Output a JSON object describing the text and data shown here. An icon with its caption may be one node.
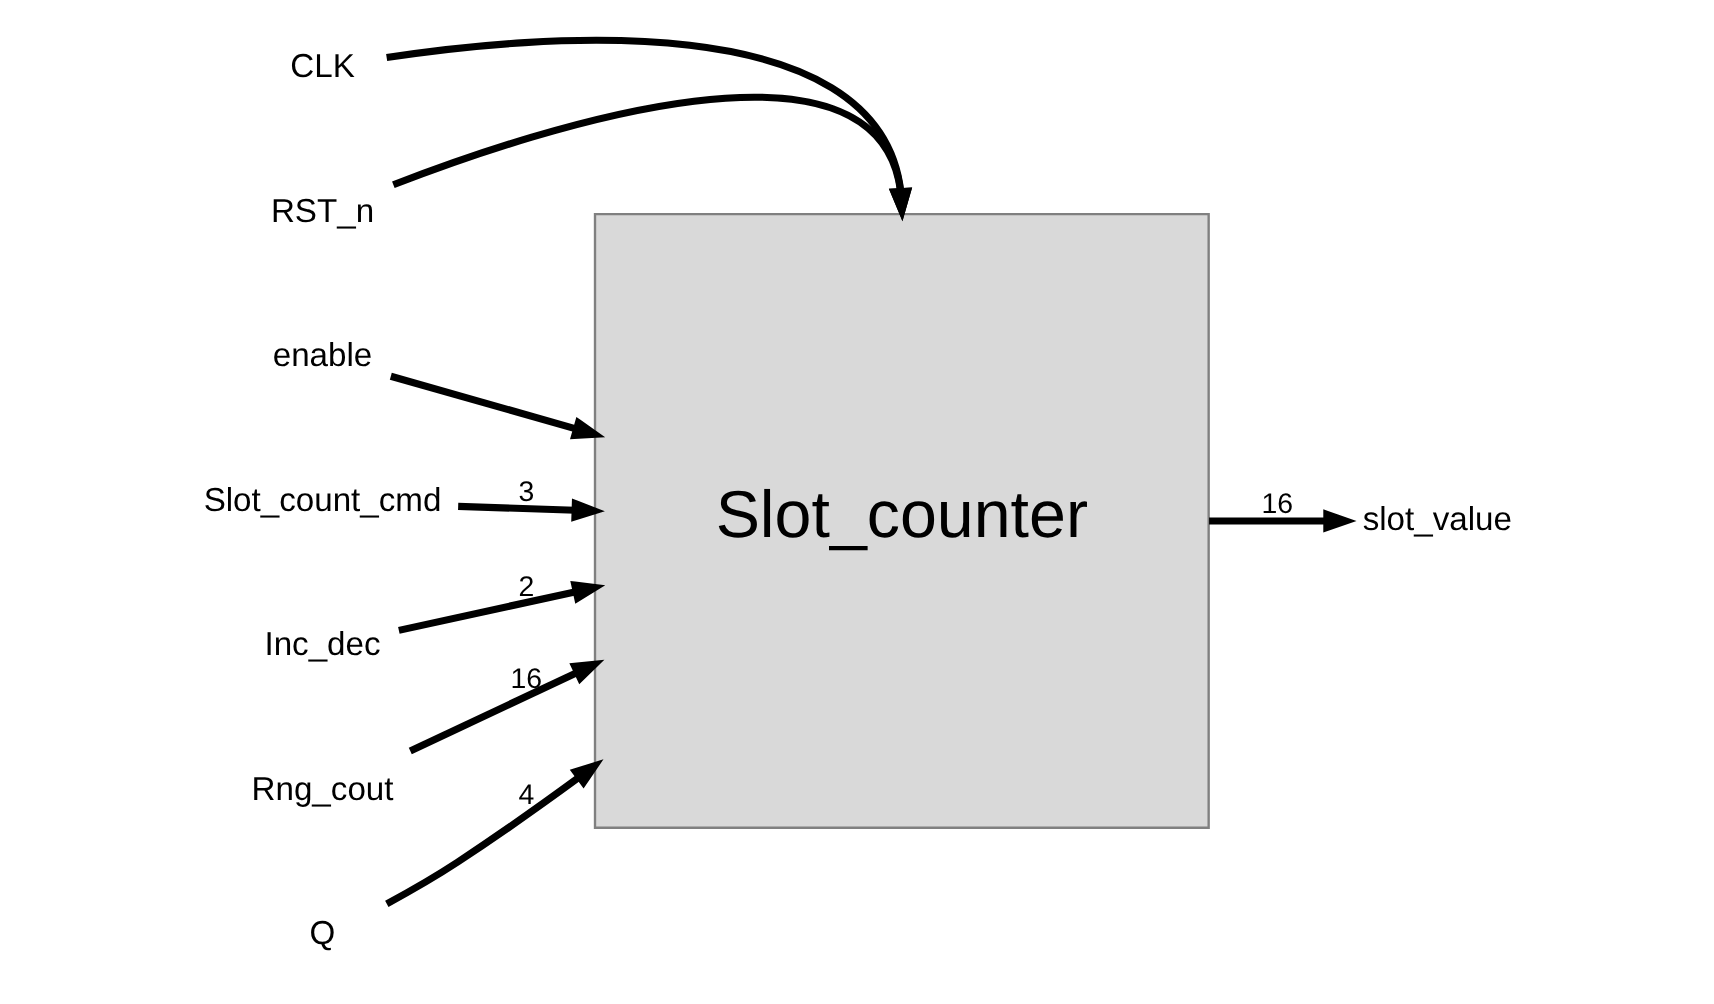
{
  "diagram": {
    "nodes": [
      {
        "text": [
          "CLK"
        ]
      },
      {
        "text": [
          "RST_n"
        ]
      },
      {
        "text": [
          "enable"
        ]
      },
      {
        "text": [
          "Slot_count_cmd"
        ]
      },
      {
        "text": [
          "Inc_dec"
        ]
      },
      {
        "text": [
          "Rng_cout"
        ]
      },
      {
        "text": [
          "Q"
        ]
      },
      {
        "text": [
          "Slot_counter"
        ]
      },
      {
        "text": [
          "slot_value"
        ]
      }
    ],
    "edges": [
      {
        "from": 0,
        "to": 7,
        "arrow": "to"
      },
      {
        "from": 1,
        "to": 7,
        "arrow": "to"
      },
      {
        "from": 2,
        "to": 7,
        "arrow": "to"
      },
      {
        "from": 3,
        "to": 7,
        "arrow": "to",
        "label": "3"
      },
      {
        "from": 4,
        "to": 7,
        "arrow": "to",
        "label": "2"
      },
      {
        "from": 5,
        "to": 7,
        "arrow": "to",
        "label": "16"
      },
      {
        "from": 6,
        "to": 7,
        "arrow": "to",
        "label": "4"
      },
      {
        "from": 7,
        "to": 8,
        "arrow": "to",
        "label": "16"
      }
    ]
  }
}
